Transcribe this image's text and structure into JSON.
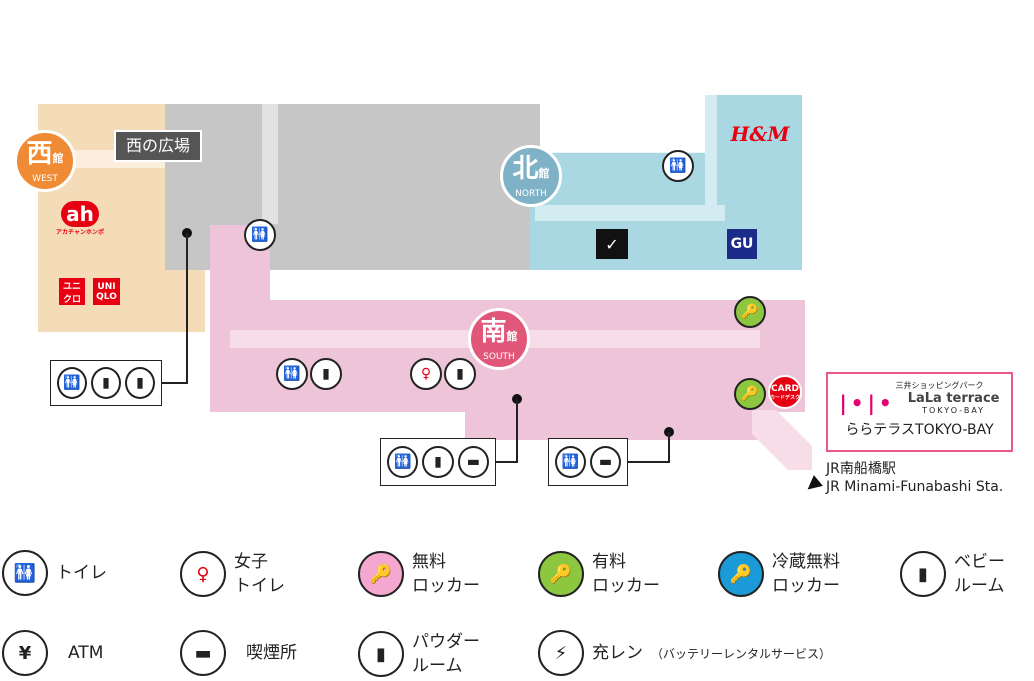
{
  "buildings": {
    "west": {
      "kanji": "西",
      "kan": "館",
      "en": "WEST",
      "color": "#ef8a35"
    },
    "north": {
      "kanji": "北",
      "kan": "館",
      "en": "NORTH",
      "color": "#7fb2c6"
    },
    "south": {
      "kanji": "南",
      "kan": "館",
      "en": "SOUTH",
      "color": "#e0577a"
    }
  },
  "plaza_label": "西の広場",
  "stores": {
    "akachan": "ah",
    "akachan_sub": "アカチャンホンポ",
    "uniqlo_jp": "ユニ クロ",
    "uniqlo_en": "UNI QLO",
    "hm": "H&M",
    "gu": "GU",
    "nike": "✓",
    "card": "CARD",
    "card_sub": "カードデスク"
  },
  "lala": {
    "top": "三井ショッピングパーク",
    "brand": "LaLa terrace",
    "sub": "TOKYO-BAY",
    "name": "ららテラスTOKYO-BAY"
  },
  "station": {
    "jp": "JR南船橋駅",
    "en": "JR Minami-Funabashi Sta."
  },
  "legend": [
    {
      "icon": "toilet-icon",
      "label": "トイレ"
    },
    {
      "icon": "womens-toilet-icon",
      "label": "女子\nトイレ"
    },
    {
      "icon": "free-locker-icon",
      "label": "無料\nロッカー"
    },
    {
      "icon": "paid-locker-icon",
      "label": "有料\nロッカー"
    },
    {
      "icon": "refrigerated-locker-icon",
      "label": "冷蔵無料\nロッカー"
    },
    {
      "icon": "baby-room-icon",
      "label": "ベビー\nルーム"
    },
    {
      "icon": "atm-icon",
      "label": "ATM"
    },
    {
      "icon": "smoking-icon",
      "label": "喫煙所"
    },
    {
      "icon": "powder-room-icon",
      "label": "パウダー\nルーム"
    },
    {
      "icon": "battery-icon",
      "label": "充レン",
      "sub": "（バッテリーレンタルサービス）"
    }
  ],
  "colors": {
    "west": "#f5dcb8",
    "gray": "#c6c6c6",
    "north": "#a9d8e3",
    "south": "#eec5d8",
    "paid": "#8dc63f",
    "free": "#f5a8cf",
    "fridge": "#1a9ad6"
  }
}
